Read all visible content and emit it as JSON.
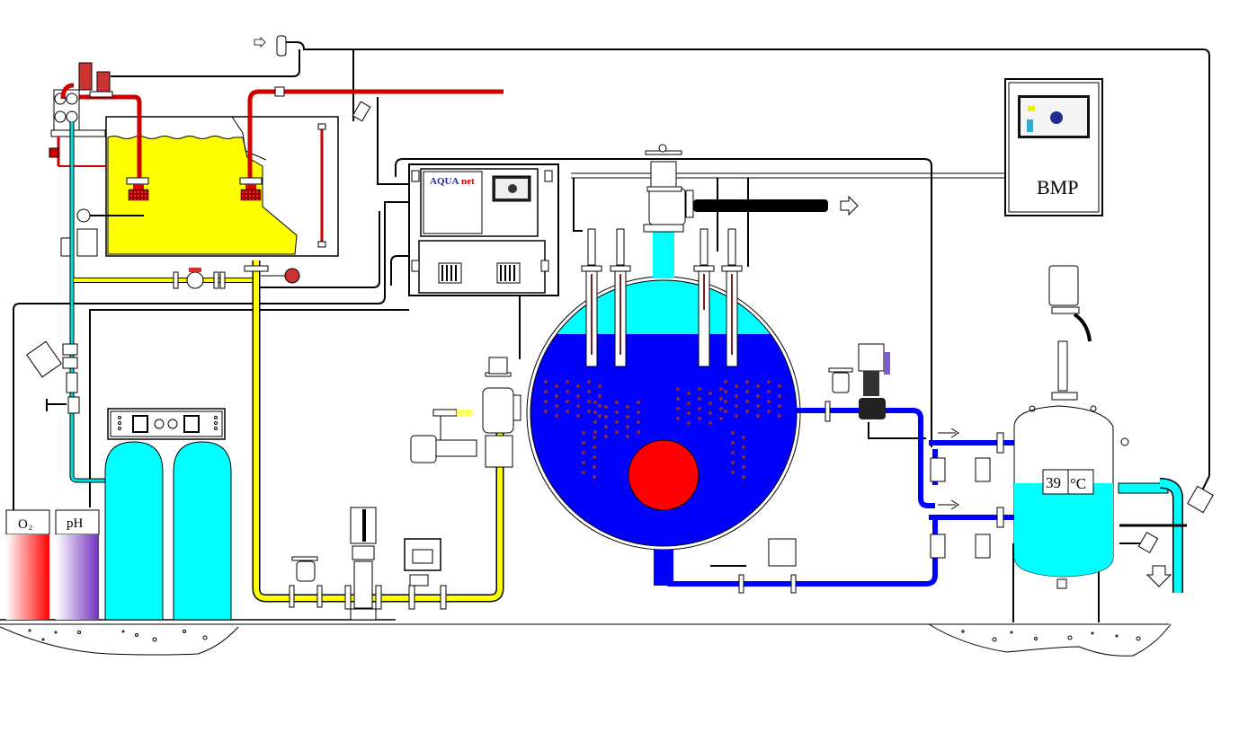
{
  "title": "Water treatment / boiler process schematic",
  "labels": {
    "controller_brand_1": "AQUA",
    "controller_brand_2": "net",
    "bmp_panel": "BMP",
    "o2_analyzer": "O",
    "o2_subscript": "2",
    "ph_analyzer": "pH",
    "tank_temperature_value": "39",
    "tank_temperature_unit": "°C"
  },
  "components": {
    "feed_tank": {
      "medium": "yellow-liquid"
    },
    "softener_columns": {
      "count": 2
    },
    "softener_control_panel": {
      "displays": 2,
      "buttons": 2
    },
    "boiler": {
      "burner": "red-circle",
      "electrodes": 4
    },
    "hot_water_tank": {
      "temperature": "39 °C"
    },
    "analyzers": [
      "O2",
      "pH"
    ]
  },
  "colors": {
    "feed_water": "#ffff00",
    "soft_water": "#00ffff",
    "boiler_water": "#0000ff",
    "steam_pipe": "#cc0000",
    "burner": "#ff0000",
    "exhaust": "#000000",
    "o2_gradient": "#ff0000",
    "ph_gradient": "#7030c0"
  }
}
